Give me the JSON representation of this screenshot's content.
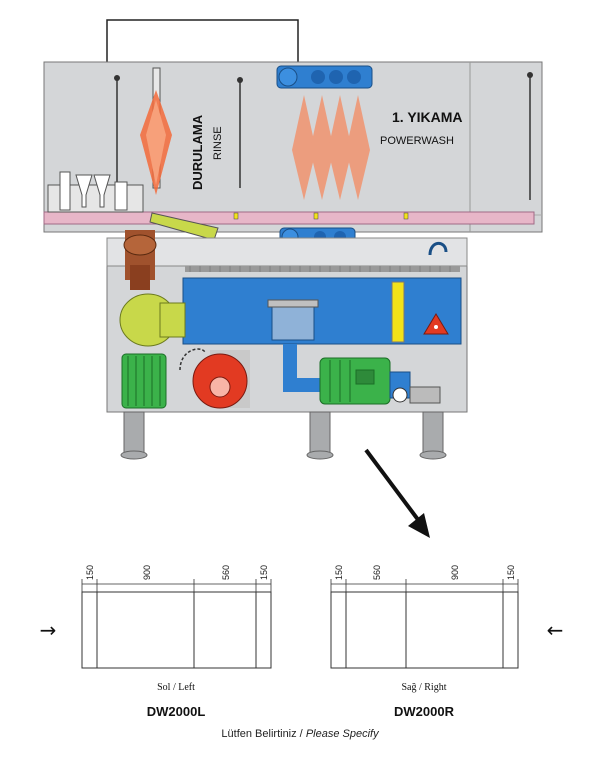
{
  "machine": {
    "rinse_label_tr": "DURULAMA",
    "rinse_label_en": "RINSE",
    "wash_label_tr": "1. YIKAMA",
    "wash_label_en": "POWERWASH"
  },
  "layouts": [
    {
      "side_label": "Sol / Left",
      "model": "DW2000L",
      "dimensions": [
        "150",
        "900",
        "560",
        "150"
      ],
      "entry_arrow": "→"
    },
    {
      "side_label": "Sağ / Right",
      "model": "DW2000R",
      "dimensions": [
        "150",
        "560",
        "900",
        "150"
      ],
      "entry_arrow": "←"
    }
  ],
  "footer": {
    "prefix": "Lütfen Belirtiniz /",
    "emphasis": "Please Specify"
  },
  "colors": {
    "tank_blue": "#2f7fd0",
    "pump_green": "#3bb24a",
    "motor_yellow_green": "#c8d84a",
    "spray_orange": "#f36a3a",
    "body_grey": "#d4d6d8",
    "rail_pink": "#e7b6c8",
    "yellow": "#f2e21a",
    "red": "#e23a22"
  }
}
